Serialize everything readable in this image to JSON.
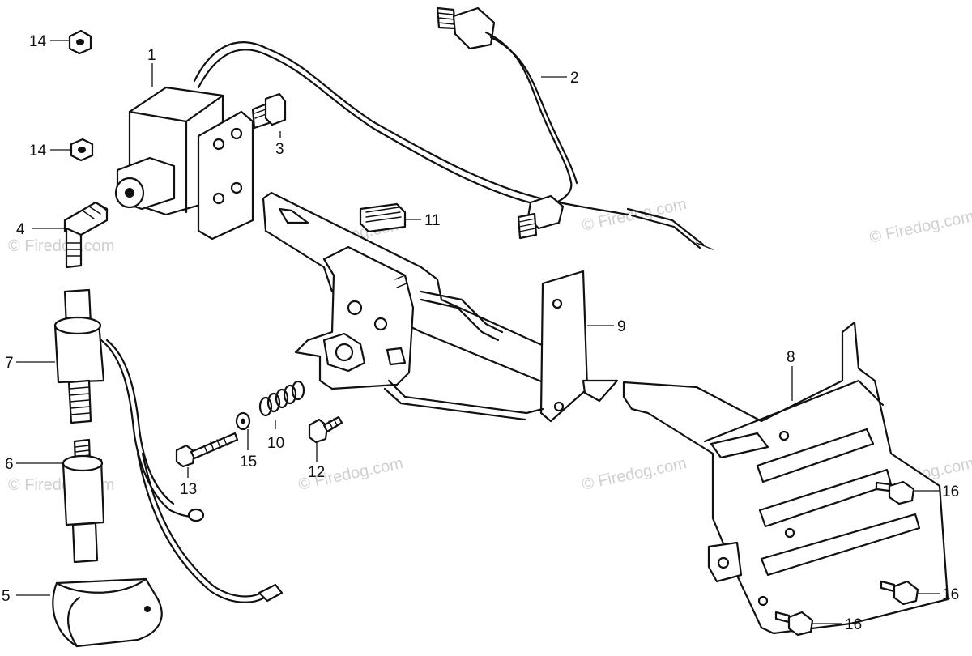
{
  "watermark": "© Firedog.com",
  "callouts": [
    {
      "id": "c1",
      "label": "1"
    },
    {
      "id": "c2",
      "label": "2"
    },
    {
      "id": "c3",
      "label": "3"
    },
    {
      "id": "c4",
      "label": "4"
    },
    {
      "id": "c5",
      "label": "5"
    },
    {
      "id": "c6",
      "label": "6"
    },
    {
      "id": "c7",
      "label": "7"
    },
    {
      "id": "c8",
      "label": "8"
    },
    {
      "id": "c9",
      "label": "9"
    },
    {
      "id": "c10",
      "label": "10"
    },
    {
      "id": "c11",
      "label": "11"
    },
    {
      "id": "c12",
      "label": "12"
    },
    {
      "id": "c13",
      "label": "13"
    },
    {
      "id": "c14a",
      "label": "14"
    },
    {
      "id": "c14b",
      "label": "14"
    },
    {
      "id": "c15",
      "label": "15"
    },
    {
      "id": "c16a",
      "label": "16"
    },
    {
      "id": "c16b",
      "label": "16"
    },
    {
      "id": "c16c",
      "label": "16"
    }
  ]
}
